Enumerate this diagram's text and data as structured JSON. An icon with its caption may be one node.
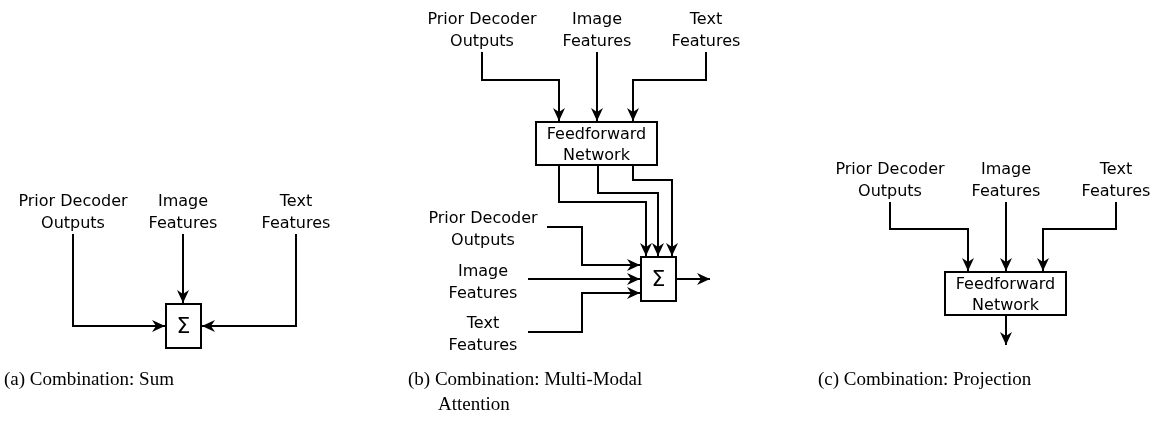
{
  "diagram": {
    "nodes": [
      {
        "text": [
          "Prior Decoder Outputs"
        ]
      },
      {
        "text": [
          "Image Features"
        ]
      },
      {
        "text": [
          "Text Features"
        ]
      },
      {
        "text": [
          "Σ"
        ]
      },
      {
        "text": [
          "Prior Decoder Outputs"
        ]
      },
      {
        "text": [
          "Image Features"
        ]
      },
      {
        "text": [
          "Text Features"
        ]
      },
      {
        "text": [
          "Feedforward Network"
        ]
      },
      {
        "text": [
          "Prior Decoder Outputs"
        ]
      },
      {
        "text": [
          "Image Features"
        ]
      },
      {
        "text": [
          "Text Features"
        ]
      },
      {
        "text": [
          "Σ"
        ]
      },
      {
        "text": [
          "Prior Decoder Outputs"
        ]
      },
      {
        "text": [
          "Image Features"
        ]
      },
      {
        "text": [
          "Text Features"
        ]
      },
      {
        "text": [
          "Feedforward Network"
        ]
      }
    ],
    "edges": [
      {
        "from": 0,
        "to": 3,
        "arrow": "to"
      },
      {
        "from": 1,
        "to": 3,
        "arrow": "to"
      },
      {
        "from": 2,
        "to": 3,
        "arrow": "to"
      },
      {
        "from": 4,
        "to": 7,
        "arrow": "to"
      },
      {
        "from": 5,
        "to": 7,
        "arrow": "to"
      },
      {
        "from": 6,
        "to": 7,
        "arrow": "to"
      },
      {
        "from": 7,
        "to": 11,
        "arrow": "to"
      },
      {
        "from": 7,
        "to": 11,
        "arrow": "to"
      },
      {
        "from": 7,
        "to": 11,
        "arrow": "to"
      },
      {
        "from": 8,
        "to": 11,
        "arrow": "to"
      },
      {
        "from": 9,
        "to": 11,
        "arrow": "to"
      },
      {
        "from": 10,
        "to": 11,
        "arrow": "to"
      },
      {
        "from": 11,
        "to": null,
        "arrow": "to"
      },
      {
        "from": 12,
        "to": 15,
        "arrow": "to"
      },
      {
        "from": 13,
        "to": 15,
        "arrow": "to"
      },
      {
        "from": 14,
        "to": 15,
        "arrow": "to"
      },
      {
        "from": 15,
        "to": null,
        "arrow": "to"
      }
    ],
    "labels": [
      "(a) Combination: Sum",
      "(b) Combination: Multi-Modal Attention",
      "(c) Combination: Projection"
    ]
  }
}
